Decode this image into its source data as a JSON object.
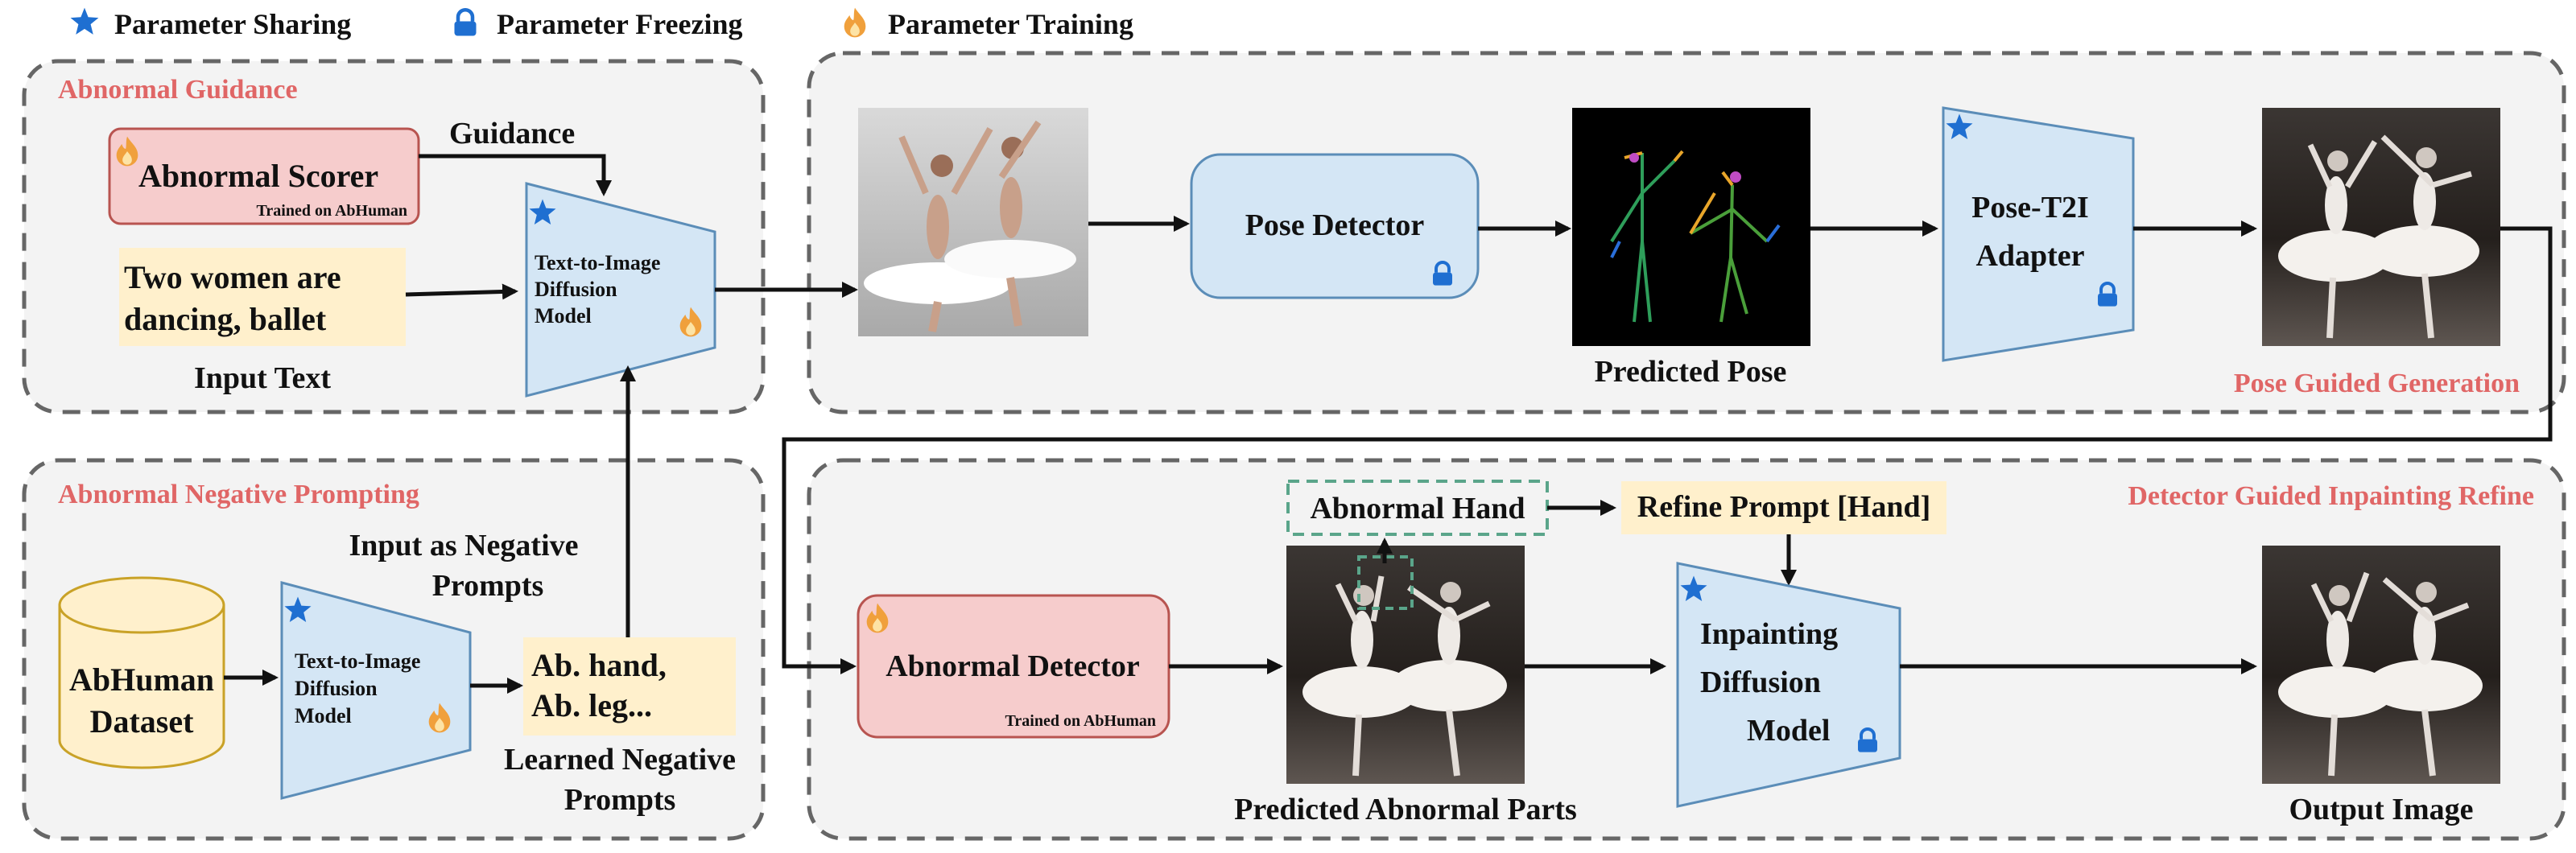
{
  "legend": {
    "sharing": "Parameter Sharing",
    "freezing": "Parameter Freezing",
    "training": "Parameter Training"
  },
  "colors": {
    "panel_title": "#e06666",
    "scorer_fill": "#f6cccc",
    "module_fill": "#d4e6f5",
    "text_fill": "#fff0cc",
    "dashed_box": "#5aa58a"
  },
  "icons": {
    "sharing": "star-icon",
    "freezing": "lock-icon",
    "training": "flame-icon"
  },
  "abnormal_guidance": {
    "title": "Abnormal Guidance",
    "scorer": "Abnormal Scorer",
    "scorer_note": "Trained on AbHuman",
    "guidance": "Guidance",
    "input_text_line1": "Two women are",
    "input_text_line2": "dancing, ballet",
    "input_text_label": "Input Text",
    "t2i_line1": "Text-to-Image",
    "t2i_line2": "Diffusion",
    "t2i_line3": "Model"
  },
  "pose_guided": {
    "title": "Pose Guided Generation",
    "pose_detector": "Pose Detector",
    "predicted_pose": "Predicted Pose",
    "adapter_line1": "Pose-T2I",
    "adapter_line2": "Adapter"
  },
  "negative_prompting": {
    "title": "Abnormal Negative Prompting",
    "dataset_line1": "AbHuman",
    "dataset_line2": "Dataset",
    "t2i_line1": "Text-to-Image",
    "t2i_line2": "Diffusion",
    "t2i_line3": "Model",
    "negative_line1": "Input as Negative",
    "negative_line2": "Prompts",
    "prompts_line1": "Ab. hand,",
    "prompts_line2": "Ab. leg...",
    "learned_line1": "Learned Negative",
    "learned_line2": "Prompts"
  },
  "inpainting_refine": {
    "title": "Detector Guided Inpainting Refine",
    "detector": "Abnormal Detector",
    "detector_note": "Trained on AbHuman",
    "abnormal_hand": "Abnormal Hand",
    "refine_prompt": "Refine Prompt [Hand]",
    "predicted_parts": "Predicted Abnormal Parts",
    "inpaint_line1": "Inpainting",
    "inpaint_line2": "Diffusion",
    "inpaint_line3": "Model",
    "output_label": "Output Image"
  }
}
